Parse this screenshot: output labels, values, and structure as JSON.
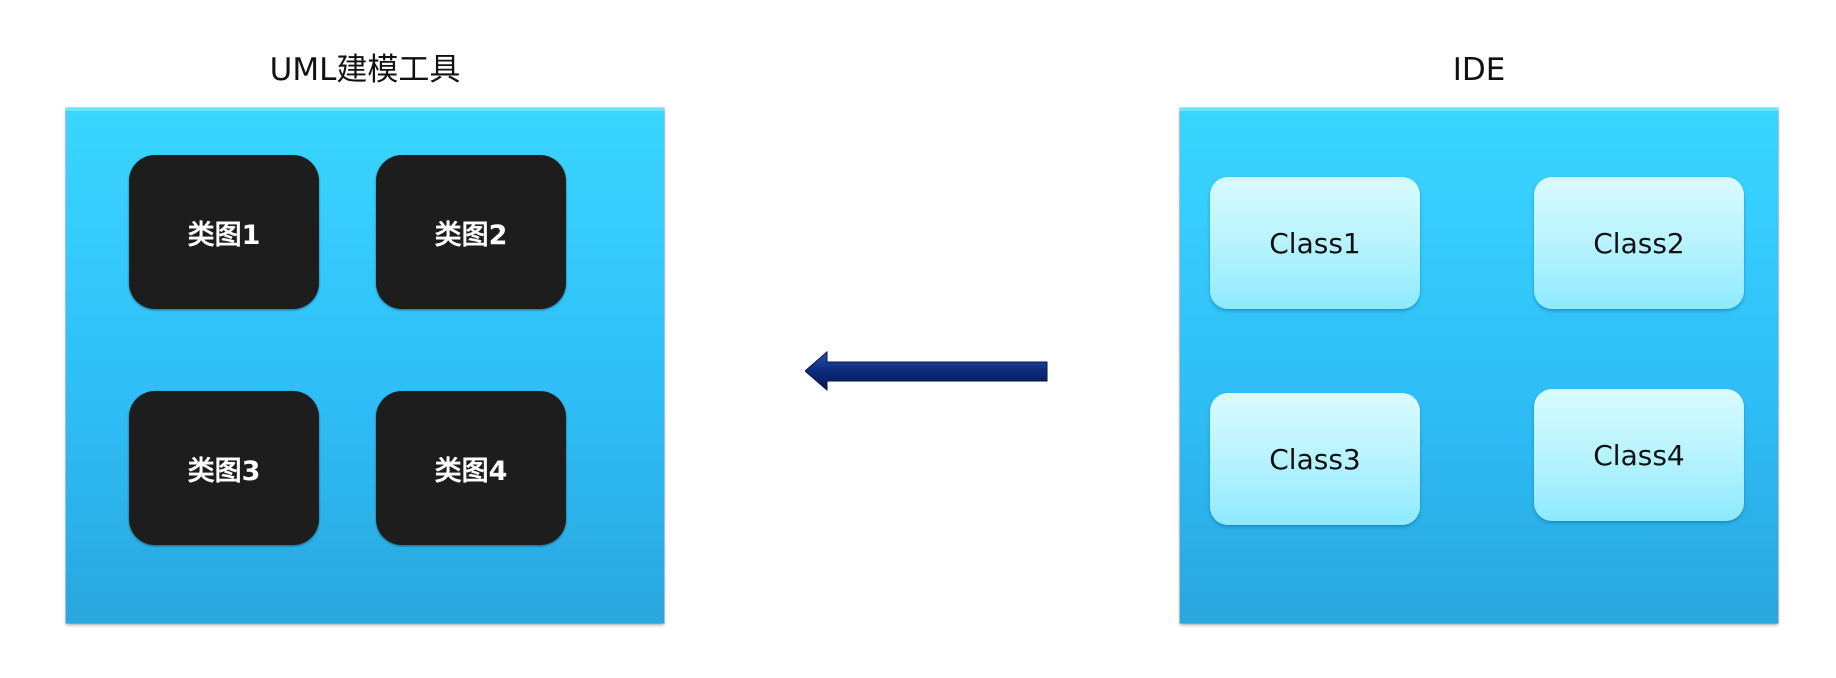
{
  "left_panel": {
    "title": "UML建模工具",
    "boxes": [
      "类图1",
      "类图2",
      "类图3",
      "类图4"
    ]
  },
  "right_panel": {
    "title": "IDE",
    "boxes": [
      "Class1",
      "Class2",
      "Class3",
      "Class4"
    ]
  },
  "colors": {
    "panel": "#33c8fb",
    "uml_box": "#1d1d1d",
    "class_box": "#b8f3ff",
    "arrow": "#0d2a7a"
  }
}
